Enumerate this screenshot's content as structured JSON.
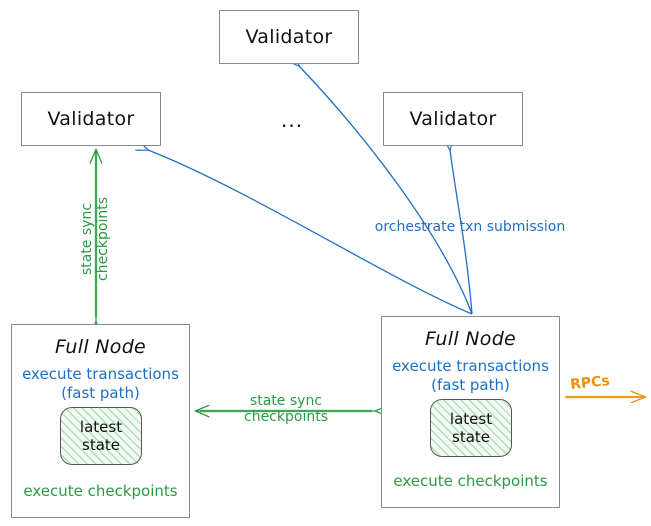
{
  "diagram": {
    "title": "Sui network topology: validators, full nodes, state sync and RPCs",
    "colors": {
      "box_stroke": "#8a8a8a",
      "text": "#111111",
      "blue": "#1f6fc4",
      "green": "#2c9a43",
      "orange": "#e8930c",
      "state_fill": "#f3faf3"
    },
    "nodes": {
      "validator_top": {
        "label": "Validator"
      },
      "validator_left": {
        "label": "Validator"
      },
      "validator_right": {
        "label": "Validator"
      },
      "ellipsis": {
        "label": "..."
      },
      "fullnode_left": {
        "title": "Full Node",
        "execute_line1": "execute transactions",
        "execute_line2": "(fast path)",
        "state_line1": "latest",
        "state_line2": "state",
        "checkpoints": "execute checkpoints"
      },
      "fullnode_right": {
        "title": "Full Node",
        "execute_line1": "execute transactions",
        "execute_line2": "(fast path)",
        "state_line1": "latest",
        "state_line2": "state",
        "checkpoints": "execute checkpoints"
      }
    },
    "edges": {
      "state_sync_vertical": {
        "line1": "state sync",
        "line2": "checkpoints",
        "color": "#2c9a43",
        "direction": "bidirectional",
        "from": "fullnode_left",
        "to": "validator_left"
      },
      "state_sync_horizontal": {
        "line1": "state sync",
        "line2": "checkpoints",
        "color": "#2c9a43",
        "direction": "bidirectional",
        "from": "fullnode_left",
        "to": "fullnode_right"
      },
      "orchestrate": {
        "label": "orchestrate txn submission",
        "color": "#1f6fc4",
        "direction": "fullnode_right to validators",
        "targets": [
          "validator_top",
          "validator_left",
          "validator_right"
        ]
      },
      "rpcs": {
        "label": "RPCs",
        "color": "#e8930c",
        "direction": "outbound",
        "from": "fullnode_right"
      }
    }
  }
}
